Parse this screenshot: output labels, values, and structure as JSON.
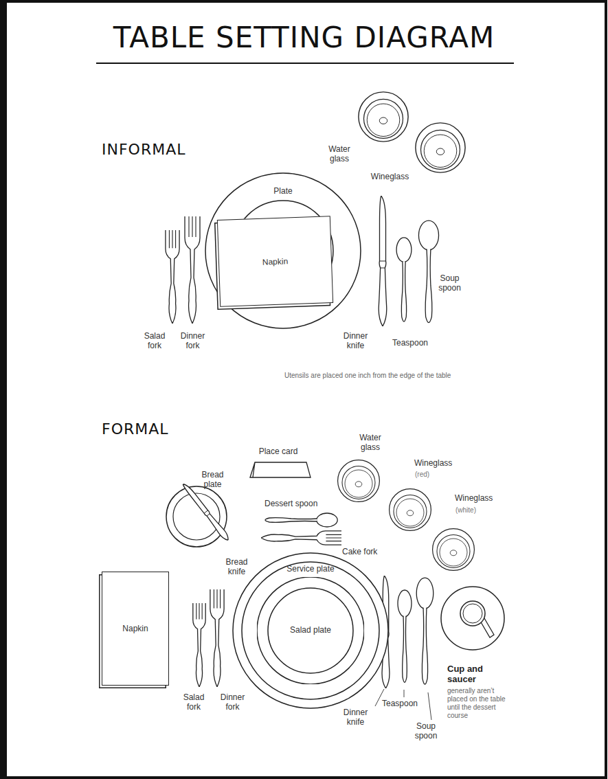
{
  "diagram": {
    "title": "TABLE SETTING DIAGRAM",
    "nodes": [
      {
        "text": [
          "Plate"
        ]
      },
      {
        "text": [
          "Napkin"
        ],
        "in": 0
      },
      {
        "text": [
          "Napkin"
        ]
      },
      {
        "text": [
          "Service plate"
        ]
      },
      {
        "text": [
          "Salad plate"
        ],
        "in": 3
      }
    ],
    "labels": [
      "INFORMAL",
      "Water glass",
      "Wineglass",
      "Salad fork",
      "Dinner fork",
      "Dinner knife",
      "Teaspoon",
      "Soup spoon",
      "Utensils are placed one inch from the edge of the table",
      "FORMAL",
      "Place card",
      "Water glass",
      "Wineglass",
      "(red)",
      "Wineglass",
      "(white)",
      "Bread plate",
      "Dessert spoon",
      "Cake fork",
      "Bread knife",
      "Salad fork",
      "Dinner fork",
      "Dinner knife",
      "Teaspoon",
      "Soup spoon",
      "Cup and saucer",
      "generally aren’t placed on the table until the dessert course"
    ]
  }
}
